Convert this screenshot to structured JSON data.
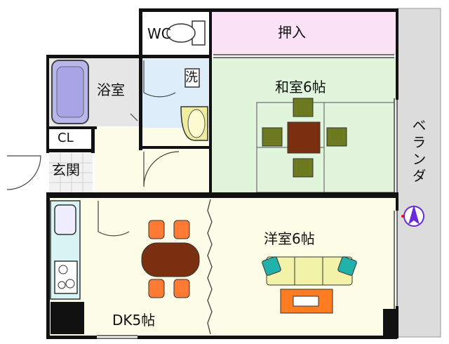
{
  "rooms": {
    "wc": "WC",
    "oshiire": "押入",
    "yokushitsu": "浴室",
    "sen": "洗",
    "washitsu": "和室6帖",
    "cl": "CL",
    "genkan": "玄関",
    "veranda": "ベランダ",
    "yoshitsu": "洋室6帖",
    "dk": "DK5帖"
  },
  "colors": {
    "wall": "#111111",
    "bath": "#e6e6e6",
    "washroom": "#ddeefa",
    "oshiire": "#fbe2f6",
    "washitsu": "#e0f5dc",
    "hall": "#fdfce6",
    "genkan_floor": "#f2f2f2",
    "veranda": "#dcdcdc",
    "kitchen": "#d8f4f4",
    "table": "#7a3010",
    "chair": "#ff7a33",
    "zabuton": "#6d7a20",
    "sofa": "#f2f2a8",
    "sofa_cushion": "#20b2aa",
    "rug": "#ff7d20",
    "compass": "#6a2bd9"
  }
}
